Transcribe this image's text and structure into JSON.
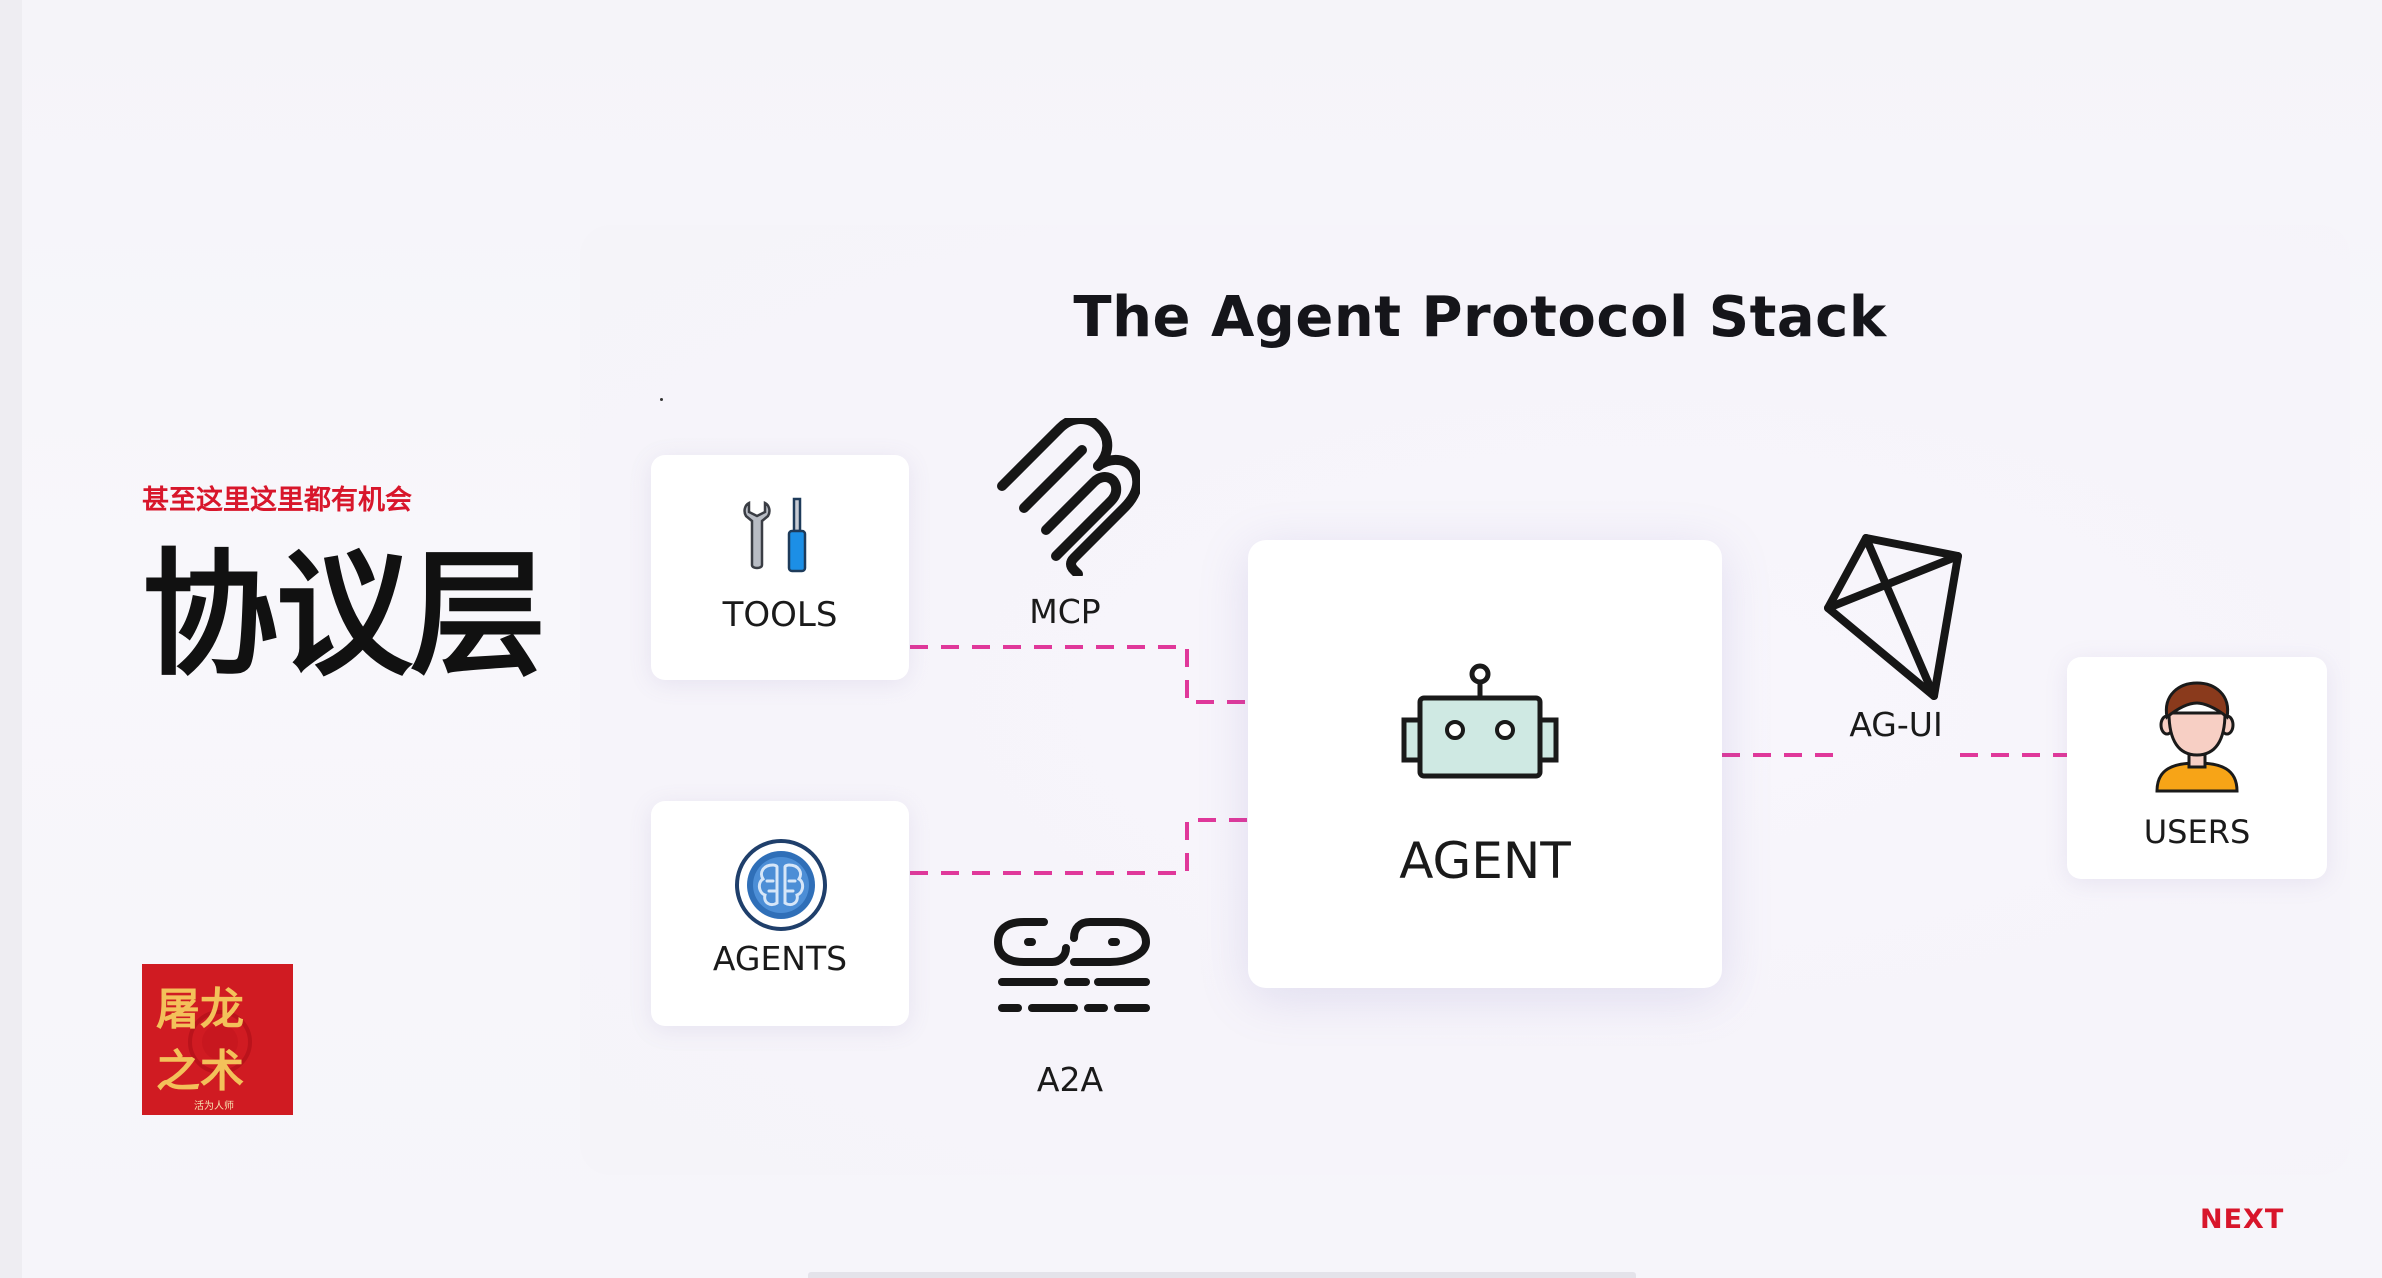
{
  "diagram": {
    "title": "The Agent Protocol Stack",
    "nodes": {
      "tools": "TOOLS",
      "agents": "AGENTS",
      "agent": "AGENT",
      "users": "USERS"
    },
    "protocols": {
      "mcp": "MCP",
      "a2a": "A2A",
      "agui": "AG-UI"
    },
    "connector_color": "#e0389a"
  },
  "overlay": {
    "subtitle": "甚至这里这里都有机会",
    "heading": "协议层",
    "accent_color": "#d8162b"
  },
  "logo": {
    "text_line1": "屠龙",
    "text_line2": "之术",
    "caption": "活为人师",
    "background": "#d01b22",
    "text_color": "#f3c15a"
  },
  "nav": {
    "next_label": "NEXT"
  }
}
